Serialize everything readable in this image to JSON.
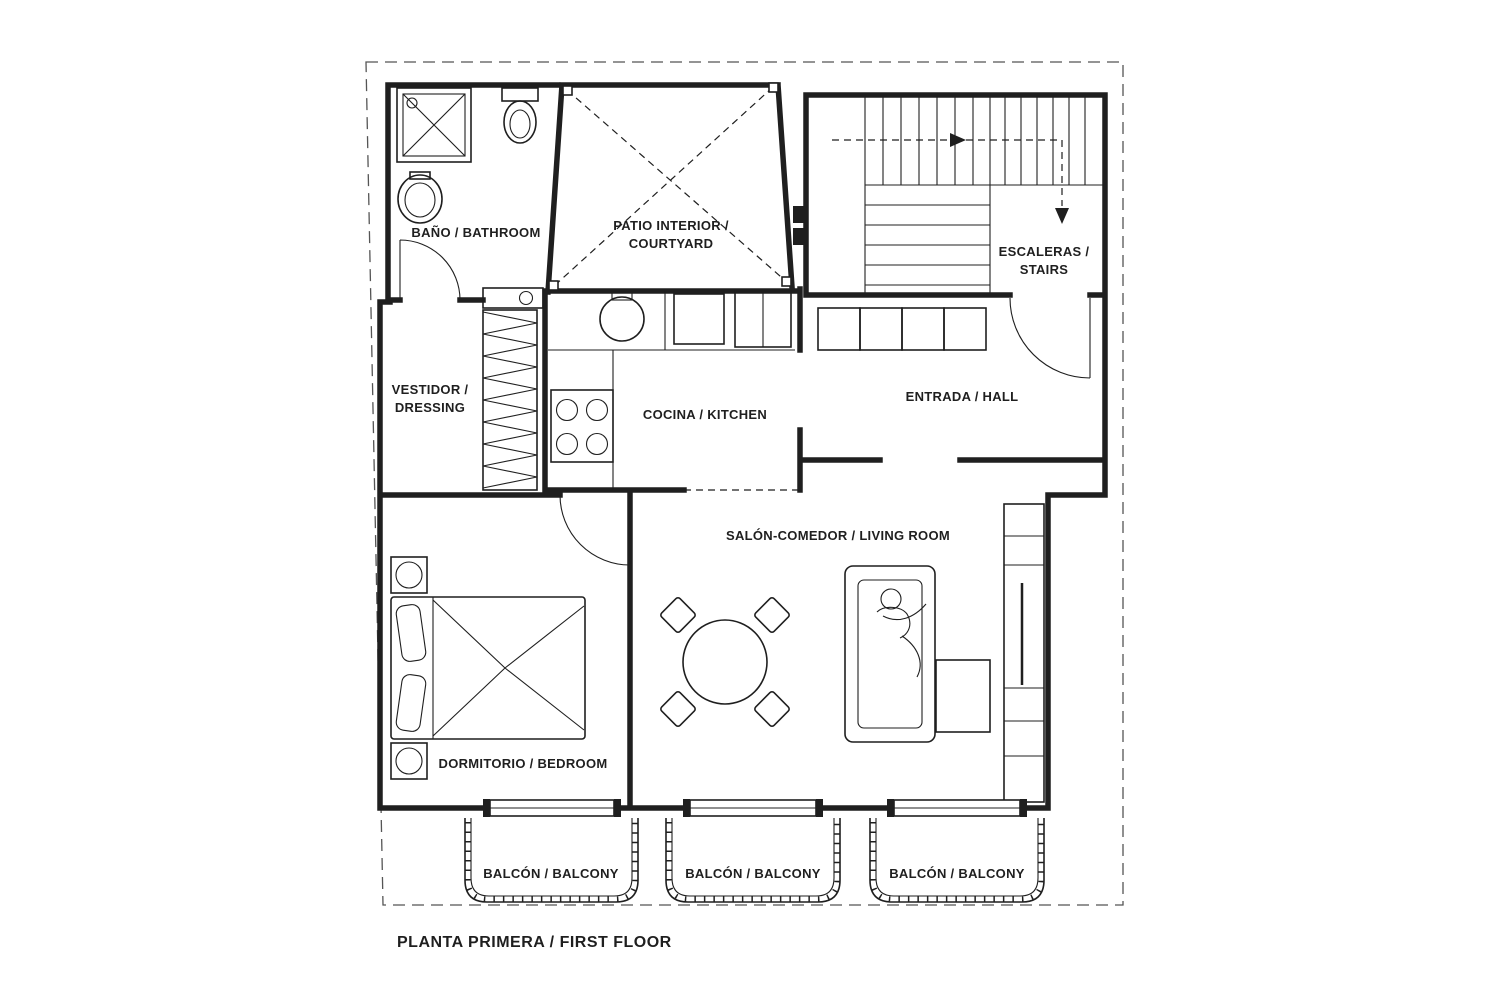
{
  "title": "PLANTA PRIMERA / FIRST FLOOR",
  "colors": {
    "ink": "#1f1f1f",
    "background": "#ffffff",
    "boundary": "#555555"
  },
  "rooms": {
    "bathroom": {
      "label": "BAÑO / BATHROOM"
    },
    "patio": {
      "line1": "PATIO INTERIOR /",
      "line2": "COURTYARD"
    },
    "stairs": {
      "line1": "ESCALERAS /",
      "line2": "STAIRS"
    },
    "dressing": {
      "line1": "VESTIDOR /",
      "line2": "DRESSING"
    },
    "kitchen": {
      "label": "COCINA / KITCHEN"
    },
    "hall": {
      "label": "ENTRADA / HALL"
    },
    "living_room": {
      "label": "SALÓN-COMEDOR / LIVING ROOM"
    },
    "bedroom": {
      "label": "DORMITORIO / BEDROOM"
    },
    "balconies": [
      {
        "label": "BALCÓN / BALCONY"
      },
      {
        "label": "BALCÓN / BALCONY"
      },
      {
        "label": "BALCÓN / BALCONY"
      }
    ]
  }
}
